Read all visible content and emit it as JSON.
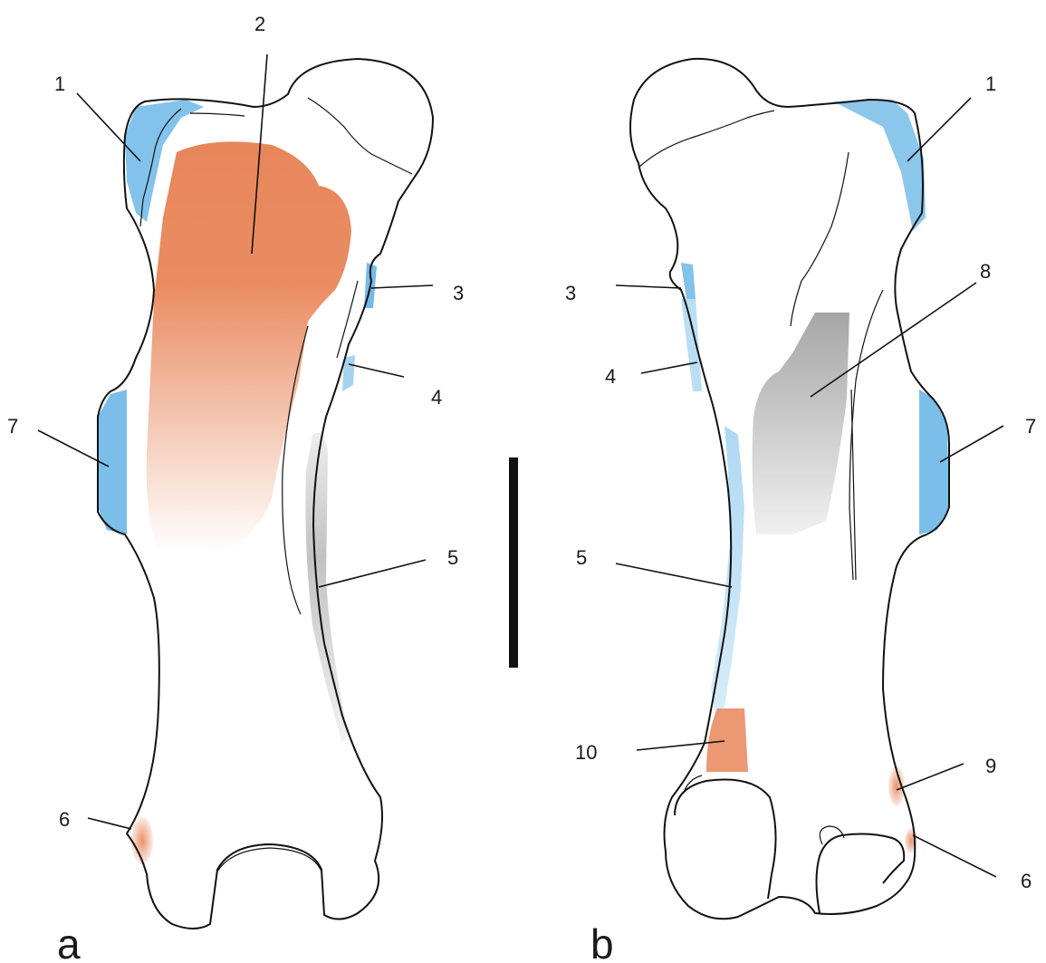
{
  "colors": {
    "blue": "#5aaee3",
    "orange": "#e8865a",
    "grey": "#9a9a9a",
    "line": "#111111"
  },
  "panels": {
    "a": "a",
    "b": "b"
  },
  "left_labels": {
    "l1": "1",
    "l2": "2",
    "l3": "3",
    "l4": "4",
    "l5": "5",
    "l6": "6",
    "l7": "7"
  },
  "right_labels": {
    "r1": "1",
    "r3": "3",
    "r4": "4",
    "r5": "5",
    "r6": "6",
    "r7": "7",
    "r8": "8",
    "r9": "9",
    "r10": "10"
  }
}
